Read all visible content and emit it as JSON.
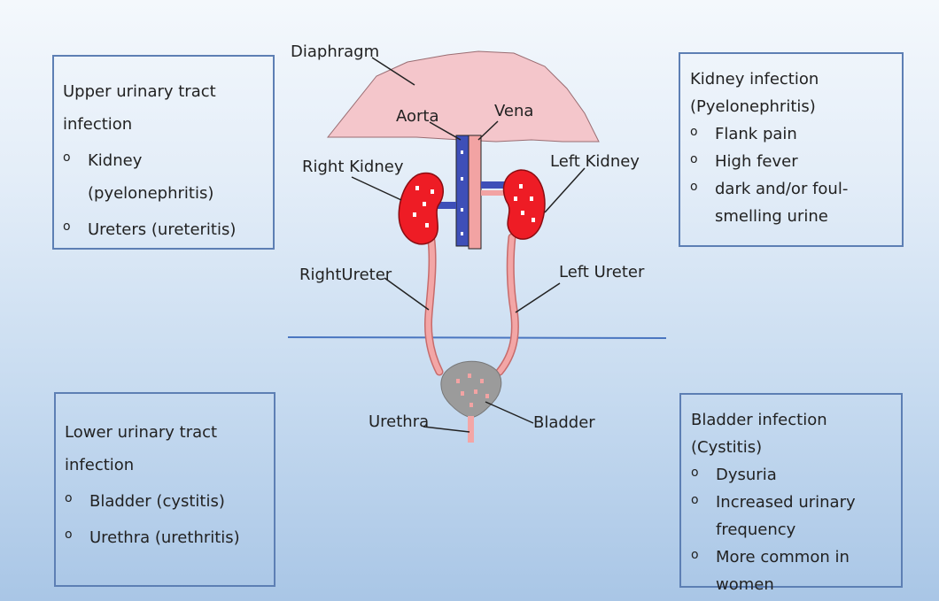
{
  "boxes": {
    "upper": {
      "title": "Upper urinary tract infection",
      "items": [
        "Kidney (pyelonephritis)",
        "Ureters (ureteritis)"
      ]
    },
    "kidney": {
      "title": "Kidney infection (Pyelonephritis)",
      "items": [
        "Flank pain",
        "High fever",
        "dark and/or foul-smelling urine"
      ]
    },
    "lower": {
      "title": "Lower urinary tract infection",
      "items": [
        "Bladder (cystitis)",
        "Urethra (urethritis)"
      ]
    },
    "bladder": {
      "title": "Bladder infection (Cystitis)",
      "items": [
        "Dysuria",
        "Increased urinary frequency",
        "More common in women"
      ]
    }
  },
  "bullet": "o",
  "labels": {
    "diaphragm": "Diaphragm",
    "aorta": "Aorta",
    "vena": "Vena",
    "right_kidney": "Right Kidney",
    "left_kidney": "Left Kidney",
    "right_ureter": "RightUreter",
    "left_ureter": "Left Ureter",
    "urethra": "Urethra",
    "bladder": "Bladder"
  },
  "colors": {
    "diaphragm_fill": "#f4c6cb",
    "kidney_fill": "#ee1c25",
    "aorta_fill": "#3e4fb8",
    "vena_fill": "#f2a3a3",
    "ureter_fill": "#f3a6a6",
    "bladder_fill": "#9b9b9b",
    "divider": "#4a76c0",
    "box_border": "#5d7fb4"
  }
}
